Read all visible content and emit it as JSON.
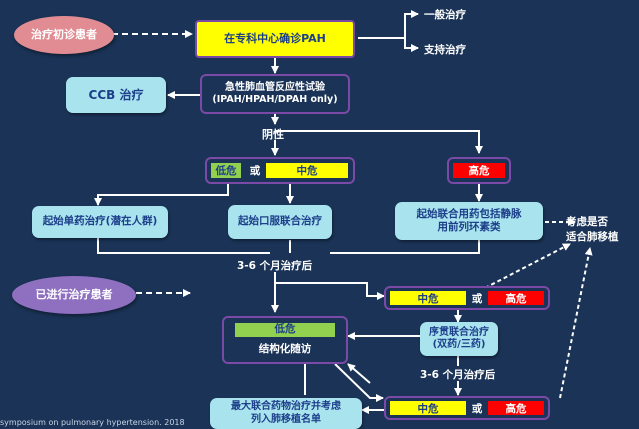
{
  "nodes": {
    "start_new": "治疗初诊患者",
    "confirm": "在专科中心确诊PAH",
    "general_treatment": "一般治疗",
    "support_treatment": "支持治疗",
    "ccb": "CCB 治疗",
    "vaso_test_line1": "急性肺血管反应性试验",
    "vaso_test_line2": "(IPAH/HPAH/DPAH only)",
    "negative": "阴性",
    "low_risk": "低危",
    "or": "或",
    "mid_risk": "中危",
    "high_risk": "高危",
    "mono_start": "起始单药治疗(潜在人群)",
    "oral_combo": "起始口服联合治疗",
    "iv_combo_line1": "起始联合用药包括静脉",
    "iv_combo_line2": "用前列环素类",
    "consider_transplant_line1": "考虑是否",
    "consider_transplant_line2": "适合肺移植",
    "after_3_6_a": "3-6 个月治疗后",
    "treated": "已进行治疗患者",
    "low_risk_2": "低危",
    "structured_followup": "结构化随访",
    "mid_risk_2": "中危",
    "high_risk_2": "高危",
    "sequential_combo_line1": "序贯联合治疗",
    "sequential_combo_line2": "(双药/三药)",
    "after_3_6_b": "3-6 个月治疗后",
    "max_combo_line1": "最大联合药物治疗并考虑",
    "max_combo_line2": "列入肺移植名单",
    "mid_risk_3": "中危",
    "high_risk_3": "高危"
  },
  "footer": "symposium on pulmonary hypertension. 2018",
  "colors": {
    "background": "#1a3356",
    "box_fill": "#a8e3ee",
    "box_text": "#1d3f8a",
    "low_risk": "#92d050",
    "mid_risk": "#ffff00",
    "high_risk": "#ff0000",
    "border_purple": "#7a4aa6",
    "oval_new": "#e08c92",
    "oval_treated": "#8e6fc0"
  }
}
